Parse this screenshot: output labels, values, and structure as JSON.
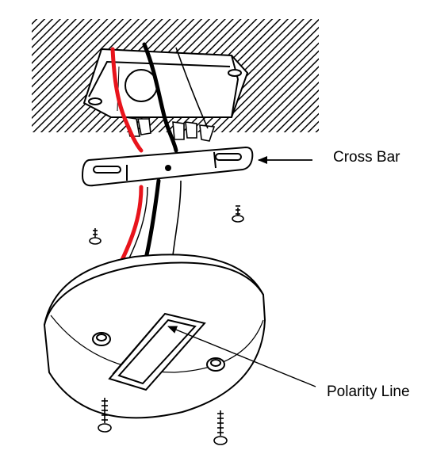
{
  "labels": {
    "cross_bar": "Cross Bar",
    "polarity_line": "Polarity Line"
  },
  "colors": {
    "line": "#000000",
    "hot_wire": "#e8141c",
    "neutral_wire": "#000000",
    "background": "#ffffff"
  },
  "icons": {
    "ceiling": "hatched-ceiling",
    "junction_box": "junction-box-icon",
    "cross_bar": "cross-bar-icon",
    "fixture_base": "fixture-base-icon",
    "screw": "screw-icon"
  }
}
